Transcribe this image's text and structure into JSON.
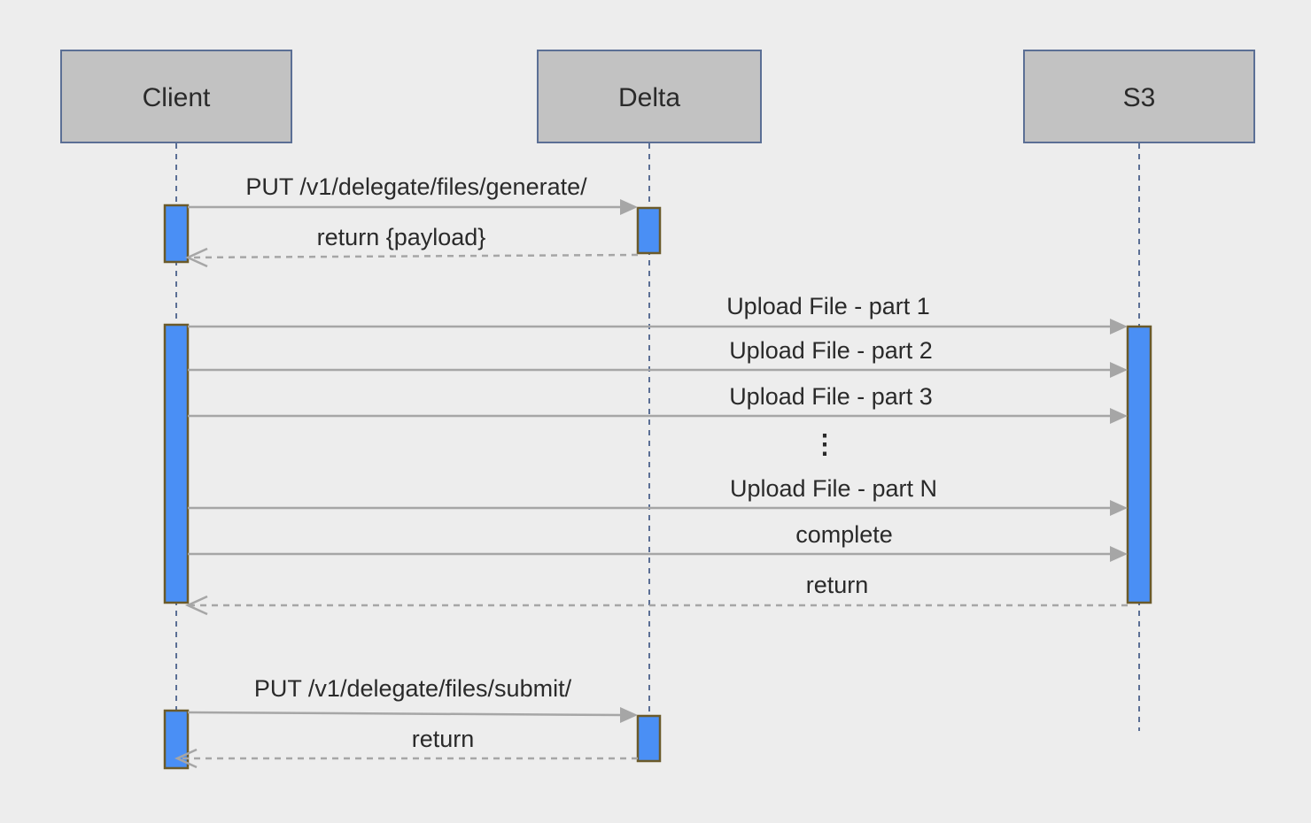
{
  "participants": {
    "client": "Client",
    "delta": "Delta",
    "s3": "S3"
  },
  "messages": {
    "generate_request": "PUT /v1/delegate/files/generate/",
    "generate_return": "return {payload}",
    "upload_part_1": "Upload File - part 1",
    "upload_part_2": "Upload File - part 2",
    "upload_part_3": "Upload File - part 3",
    "ellipsis": "⋮",
    "upload_part_n": "Upload File - part N",
    "complete": "complete",
    "s3_return": "return",
    "submit_request": "PUT /v1/delegate/files/submit/",
    "submit_return": "return"
  },
  "colors": {
    "background": "#ededed",
    "actor_fill": "#c2c2c2",
    "actor_border": "#5b6f95",
    "activation_fill": "#4a8ff5",
    "activation_border": "#6b5a2a",
    "message_line": "#a6a6a6"
  }
}
